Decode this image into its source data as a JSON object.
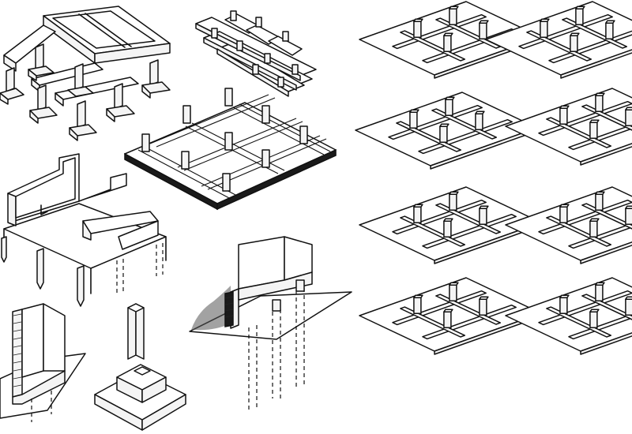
{
  "illustration": {
    "ink_color": "#111111",
    "paper_color": "#ffffff",
    "panels": [
      {
        "id": "column-foundation-with-beams"
      },
      {
        "id": "timber-grillage"
      },
      {
        "id": "grid-slab-with-columns"
      },
      {
        "id": "pile-foundation-walls"
      },
      {
        "id": "strip-footing-corner"
      },
      {
        "id": "stepped-column-footing"
      },
      {
        "id": "wall-on-piles-section"
      },
      {
        "id": "grid-variant-1"
      },
      {
        "id": "grid-variant-2"
      },
      {
        "id": "grid-variant-3"
      },
      {
        "id": "grid-variant-4"
      },
      {
        "id": "grid-variant-5"
      },
      {
        "id": "grid-variant-6"
      },
      {
        "id": "grid-variant-7"
      },
      {
        "id": "grid-variant-8"
      }
    ]
  }
}
